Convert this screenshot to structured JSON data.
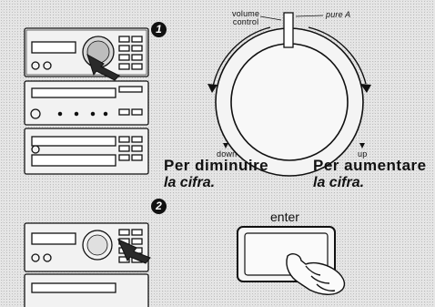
{
  "steps": {
    "one": "1",
    "two": "2"
  },
  "dial": {
    "left_label": "volume\ncontrol",
    "right_label": "pure A",
    "down_label": "down",
    "up_label": "up"
  },
  "captions": {
    "decrease_line1": "Per diminuire",
    "decrease_line2": "la cifra.",
    "increase_line1": "Per aumentare",
    "increase_line2": "la cifra."
  },
  "enter_button": {
    "label": "enter"
  }
}
